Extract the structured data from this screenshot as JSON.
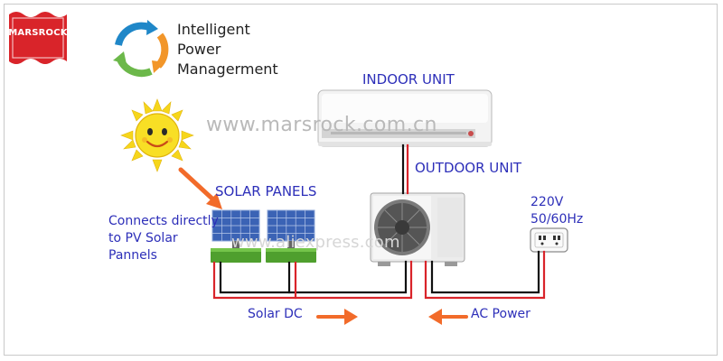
{
  "brand": {
    "logo_text": "MARSROCK",
    "watermark": "www.marsrock.com.cn",
    "watermark_secondary": "www.aliexpress.com"
  },
  "header": {
    "lines": [
      "Intelligent",
      "Power",
      "Managerment"
    ]
  },
  "labels": {
    "indoor_unit": "INDOOR UNIT",
    "outdoor_unit": "OUTDOOR UNIT",
    "solar_panels": "SOLAR PANELS",
    "connects_lines": [
      "Connects directly",
      "to PV Solar",
      "Pannels"
    ],
    "voltage": "220V",
    "frequency": "50/60Hz",
    "solar_dc": "Solar DC",
    "ac_power": "AC Power"
  },
  "colors": {
    "label_blue": "#2d2fb9",
    "arrow_orange": "#f26b2a",
    "wire_red": "#d9242a",
    "wire_black": "#111111",
    "logo_red": "#d9242a",
    "ipm_blue": "#1f87c8",
    "ipm_green": "#6cb84a",
    "ipm_orange": "#f2962a",
    "sun_yellow": "#f6d61b"
  },
  "icons": {
    "logo": "marsrock-logo-icon",
    "power_management": "cycle-arrows-icon",
    "sun": "smiling-sun-icon",
    "solar_panel": "solar-panel-icon",
    "indoor_unit": "indoor-ac-unit-icon",
    "outdoor_unit": "outdoor-ac-unit-icon",
    "socket": "power-socket-icon"
  }
}
